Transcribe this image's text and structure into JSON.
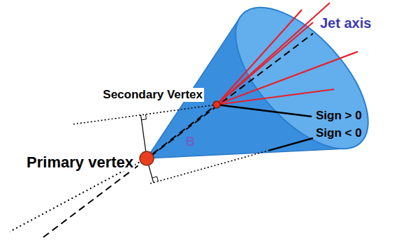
{
  "diagram": {
    "nodes": [
      {
        "text": [
          "Secondary Vertex"
        ]
      },
      {
        "text": [
          "Primary vertex"
        ]
      }
    ],
    "edges": [
      {
        "from": 1,
        "to": 0,
        "arrow": "none"
      }
    ],
    "labels": [
      "Jet axis",
      "Sign > 0",
      "Sign < 0",
      "B"
    ]
  }
}
